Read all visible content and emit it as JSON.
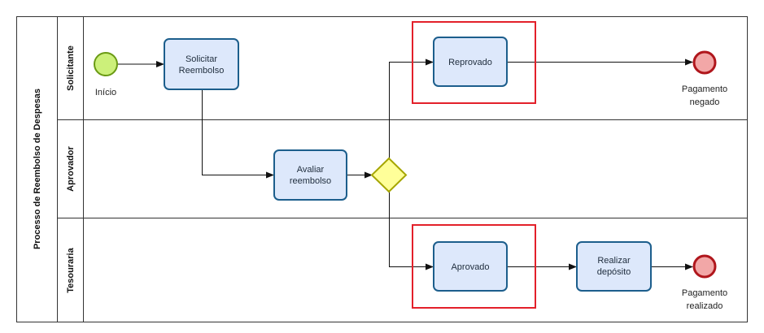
{
  "pool": {
    "title": "Processo de Reembolso de Despesas"
  },
  "lanes": [
    {
      "id": "solicitante",
      "label": "Solicitante"
    },
    {
      "id": "aprovador",
      "label": "Aprovador"
    },
    {
      "id": "tesouraria",
      "label": "Tesouraria"
    }
  ],
  "events": {
    "start": {
      "label": "Início"
    },
    "end_denied": {
      "label_line1": "Pagamento",
      "label_line2": "negado"
    },
    "end_paid": {
      "label_line1": "Pagamento",
      "label_line2": "realizado"
    }
  },
  "tasks": {
    "solicitar": {
      "line1": "Solicitar",
      "line2": "Reembolso"
    },
    "avaliar": {
      "line1": "Avaliar",
      "line2": "reembolso"
    },
    "reprovado": {
      "line1": "Reprovado"
    },
    "aprovado": {
      "line1": "Aprovado"
    },
    "deposito": {
      "line1": "Realizar",
      "line2": "depósito"
    }
  },
  "colors": {
    "task_fill": "#dde8fb",
    "task_stroke": "#1c5e8c",
    "start_fill": "#ccf07a",
    "start_stroke": "#6a9a14",
    "end_fill": "#f2a7a7",
    "end_stroke": "#b0161c",
    "gateway_fill": "#ffff99",
    "gateway_stroke": "#a6a600",
    "highlight": "#e3202a",
    "lane_line": "#333333"
  }
}
